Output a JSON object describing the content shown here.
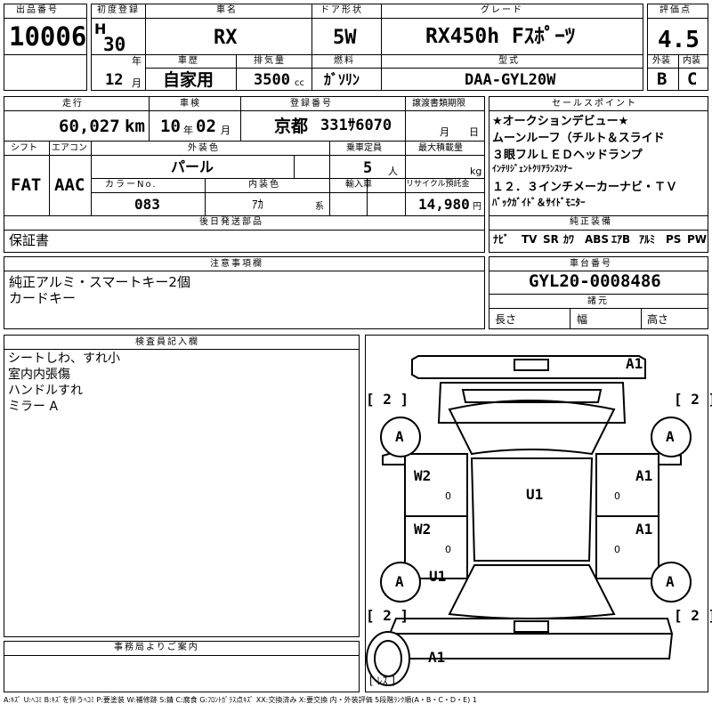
{
  "labels": {
    "lot_no": "出品番号",
    "first_reg": "初度登録",
    "model": "車名",
    "door": "ドア形状",
    "grade": "グレード",
    "score": "評価点",
    "history": "車歴",
    "displacement": "排気量",
    "fuel": "燃料",
    "type": "型式",
    "exterior": "外装",
    "interior": "内装",
    "mileage": "走行",
    "inspection": "車検",
    "reg_no": "登録番号",
    "transfer": "譲渡書類期限",
    "sales_point": "セールスポイント",
    "shift": "シフト",
    "aircon": "エアコン",
    "color": "外装色",
    "capacity": "乗車定員",
    "max_load": "最大積載量",
    "color_no": "カラーNo.",
    "int_color": "内装色",
    "import": "輸入車",
    "recycle": "リサイクル預託金",
    "later_parts": "後日発送部品",
    "genuine": "純正装備",
    "notes": "注意事項欄",
    "chassis": "車台番号",
    "specs": "諸元",
    "length": "長さ",
    "width": "幅",
    "height": "高さ",
    "inspector": "検査員記入欄",
    "office": "事務局よりご案内",
    "era": "H",
    "year_unit": "年",
    "month_unit": "月",
    "km": "km",
    "cc": "cc",
    "person": "人",
    "kg": "kg",
    "yen": "円",
    "kei": "系",
    "transfer_month": "月",
    "transfer_day": "日"
  },
  "values": {
    "lot_no": "10006",
    "year": "30",
    "month": "12",
    "model": "RX",
    "door": "5W",
    "grade": "RX450h Fｽﾎﾟｰﾂ",
    "score": "4.5",
    "history": "自家用",
    "displacement": "3500",
    "fuel": "ｶﾞｿﾘﾝ",
    "type": "DAA-GYL20W",
    "exterior": "B",
    "interior": "C",
    "mileage": "60,027",
    "inspection_year": "10",
    "inspection_month": "02",
    "reg_prefix": "京都",
    "reg_no": "331ｻ6070",
    "shift": "FAT",
    "aircon": "AAC",
    "color": "パール",
    "capacity": "5",
    "color_no": "083",
    "int_color": "ｱｶ",
    "recycle": "14,980",
    "later_parts": "保証書",
    "chassis": "GYL20-0008486"
  },
  "sales_points": [
    "★オークションデビュー★",
    "ムーンルーフ（チルト＆スライド",
    "３眼フルＬＥＤヘッドランプ",
    "ｲﾝﾃﾘｼﾞｪﾝﾄｸﾘｱﾗﾝｽｿﾅｰ",
    "１２．３インチメーカーナビ・ＴＶ",
    "ﾊﾞｯｸｶﾞｲﾄﾞ＆ｻｲﾄﾞﾓﾆﾀｰ"
  ],
  "equipment": [
    "ﾅﾋﾞ",
    "TV",
    "SR",
    "ｶﾜ",
    "ABS",
    "ｴｱB",
    "ｱﾙﾐ",
    "PS",
    "PW"
  ],
  "notes": [
    "純正アルミ・スマートキー2個",
    "カードキー"
  ],
  "inspector_notes": [
    "シートしわ、すれ小",
    "室内内張傷",
    "ハンドルすれ",
    "ミラー A"
  ],
  "diagram": {
    "marks": {
      "front_a1": "A1",
      "tyre_count": "[ 2 ]",
      "tyre": "A",
      "w2": "W2",
      "a1": "A1",
      "u1": "U1",
      "zero": "0",
      "rear_a1": "A1",
      "spare": "[ ﾚｽ ]"
    }
  },
  "legend": "A:ｷｽﾞ U:ﾍｺﾐ B:ｷｽﾞを伴うﾍｺﾐ P:要塗装 W:補修跡 S:錆 C:腐食 G:ﾌﾛﾝﾄｶﾞﾗｽ点ｷｽﾞ XX:交換済み X:要交換 内・外装評価 5段階ﾗﾝｸ順(A・B・C・D・E) 1"
}
